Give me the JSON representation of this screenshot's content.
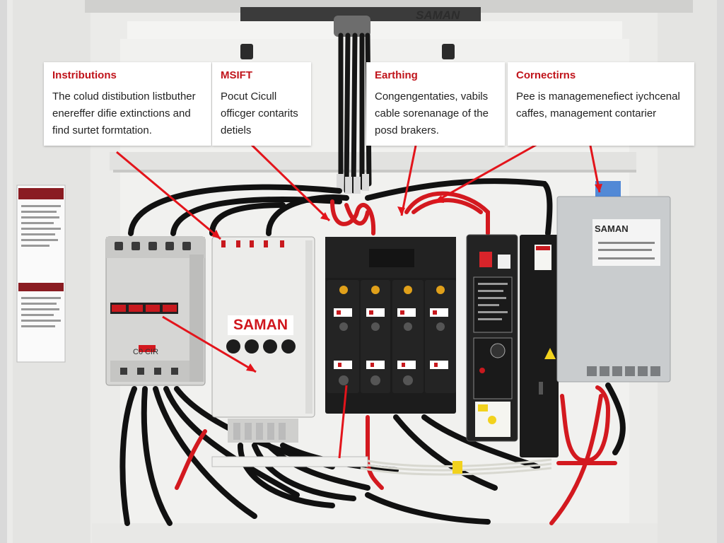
{
  "brand": {
    "top_label": "SAMAN",
    "main_label": "SAMAN",
    "right_label": "SAMAN",
    "left_device_label": "C0  CIR"
  },
  "callouts": [
    {
      "title": "Instributions",
      "body": [
        "The colud distibution listbuther",
        "enereffer difie extinctions and",
        "find surtet formtation."
      ]
    },
    {
      "title": "MSIFT",
      "body": [
        "Pocut Cicull",
        "officger contarits",
        "detiels"
      ]
    },
    {
      "title": "Earthing",
      "body": [
        "Congengentaties, vabils",
        "cable sorenanage of the",
        "posd brakers."
      ]
    },
    {
      "title": "Cornectirns",
      "body": [
        "Pee is managemenefiect iychcenal",
        "caffes, management contarier"
      ]
    }
  ],
  "colors": {
    "accent_red": "#d0161d",
    "callout_title": "#c0141b",
    "panel_black": "#1c1c1c",
    "enclosure_white": "#f2f2f0"
  }
}
